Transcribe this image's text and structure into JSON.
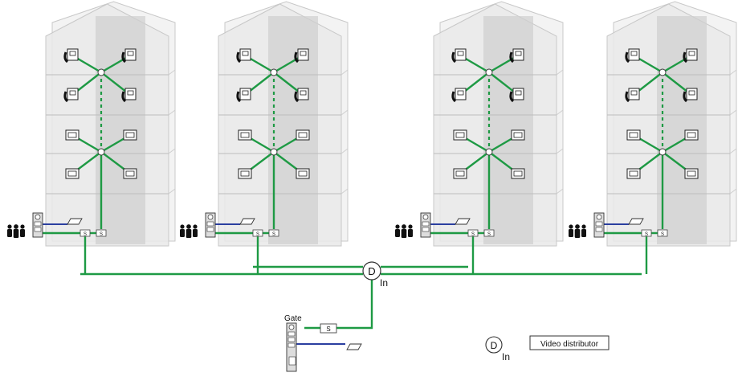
{
  "labels": {
    "gate": "Gate",
    "distributor_symbol": "D",
    "distributor_suffix": "In",
    "switch_symbol": "S",
    "legend_symbol": "D",
    "legend_suffix": "In",
    "legend_text": "Video distributor"
  },
  "colors": {
    "bus_line": "#1e9a44",
    "blue_line": "#2b3fa0",
    "building_fill": "#e9e9e9",
    "building_stroke": "#c8c8c8",
    "core_fill": "#cfcfcf"
  },
  "icons": {
    "people": "people-icon",
    "panel": "door-entry-panel-icon",
    "lock": "door-lock-icon",
    "handset": "intercom-handset-icon",
    "monitor": "video-monitor-icon",
    "keypad": "keypad-icon"
  }
}
